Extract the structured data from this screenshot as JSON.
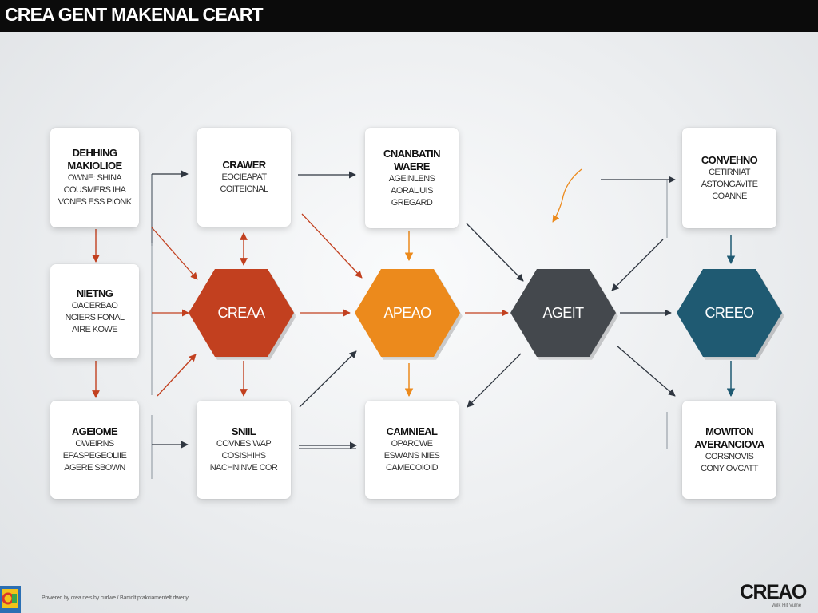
{
  "header": {
    "title": "CREA GENT MAKENAL CEART"
  },
  "cards": {
    "c1": {
      "title": "DEHHING MAKIOLIOE",
      "lines": [
        "OWNE: SHINA",
        "COUSMERS IHA",
        "VONES ESS PIONK"
      ]
    },
    "c2": {
      "title": "NIETNG",
      "lines": [
        "OACERBAO",
        "NCIERS FONAL",
        "AIRE KOWE"
      ]
    },
    "c3": {
      "title": "AGEIOME",
      "lines": [
        "OWEIRNS",
        "EPASPEGEOLIIE",
        "AGERE SBOWN"
      ]
    },
    "c4": {
      "title": "CRAWER",
      "lines": [
        "EOCIEAPAT",
        "COITEICNAL"
      ]
    },
    "c5": {
      "title": "SNIIL",
      "lines": [
        "COVNES WAP",
        "COSISHIHS",
        "NACHNINVE COR"
      ]
    },
    "c6": {
      "title": "CNANBATIN WAERE",
      "lines": [
        "AGEINLENS",
        "AORAUUIS",
        "GREGARD"
      ]
    },
    "c7": {
      "title": "CAMNIEAL",
      "lines": [
        "OPARCWE",
        "ESWANS NIES",
        "CAMECOIOID"
      ]
    },
    "c8": {
      "title": "CONVEHNO",
      "lines": [
        "CETIRNIAT",
        "ASTONGAVITE",
        "COANNE"
      ]
    },
    "c9": {
      "title": "MOWITON AVERANCIOVA",
      "lines": [
        "CORSNOVIS",
        "CONY OVCATT"
      ]
    }
  },
  "hexes": [
    {
      "label": "CREAA",
      "color": "#c2401f",
      "text_color": "#ffffff"
    },
    {
      "label": "APEAO",
      "color": "#ec8a1c",
      "text_color": "#ffffff"
    },
    {
      "label": "AGEIT",
      "color": "#44484d",
      "text_color": "#ffffff"
    },
    {
      "label": "CREEO",
      "color": "#1f5a72",
      "text_color": "#ffffff"
    }
  ],
  "colors": {
    "red": "#c2401f",
    "orange": "#ec8a1c",
    "gray": "#44484d",
    "teal": "#1f5a72",
    "arrow_dark": "#2f3640"
  },
  "footer": {
    "small_text": "Powered by crea nels by curlwe / Bartiolt prakciamentelt dweny",
    "brand": "CREAO",
    "brand_sub": "Wilk Hit Vulne"
  }
}
